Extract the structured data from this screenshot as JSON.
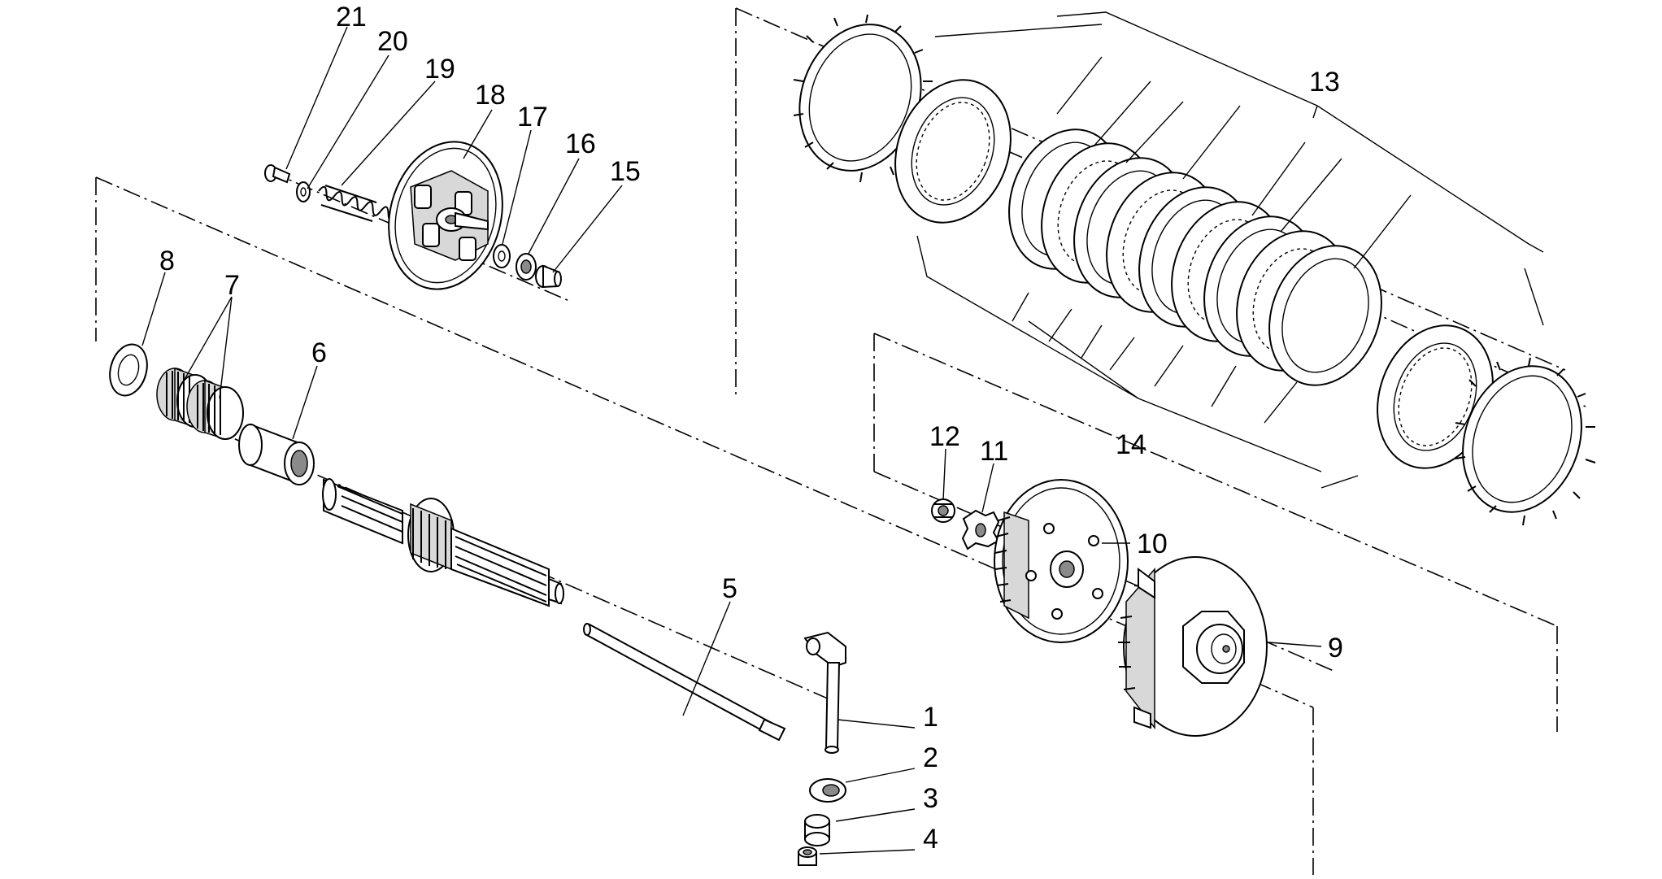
{
  "diagram": {
    "labels": [
      {
        "id": "21",
        "text": "21"
      },
      {
        "id": "20",
        "text": "20"
      },
      {
        "id": "19",
        "text": "19"
      },
      {
        "id": "18",
        "text": "18"
      },
      {
        "id": "17",
        "text": "17"
      },
      {
        "id": "16",
        "text": "16"
      },
      {
        "id": "15",
        "text": "15"
      },
      {
        "id": "8",
        "text": "8"
      },
      {
        "id": "7",
        "text": "7"
      },
      {
        "id": "6",
        "text": "6"
      },
      {
        "id": "5",
        "text": "5"
      },
      {
        "id": "1",
        "text": "1"
      },
      {
        "id": "2",
        "text": "2"
      },
      {
        "id": "3",
        "text": "3"
      },
      {
        "id": "4",
        "text": "4"
      },
      {
        "id": "12",
        "text": "12"
      },
      {
        "id": "11",
        "text": "11"
      },
      {
        "id": "10",
        "text": "10"
      },
      {
        "id": "9",
        "text": "9"
      },
      {
        "id": "13",
        "text": "13"
      },
      {
        "id": "14",
        "text": "14"
      }
    ]
  }
}
